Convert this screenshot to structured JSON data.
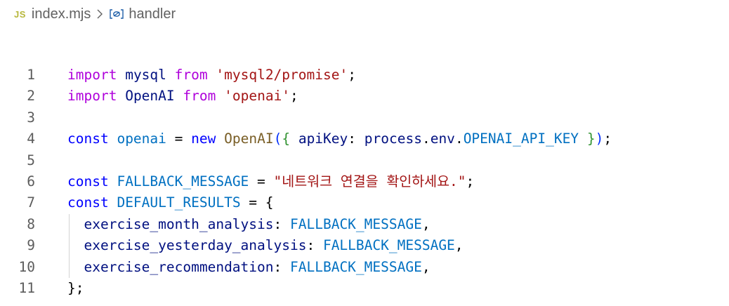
{
  "breadcrumb": {
    "file_badge": "JS",
    "file_name": "index.mjs",
    "symbol_name": "handler"
  },
  "editor": {
    "lines": [
      {
        "number": "1",
        "tokens": [
          [
            "kw-ctrl",
            "import"
          ],
          [
            "plain",
            " "
          ],
          [
            "var",
            "mysql"
          ],
          [
            "plain",
            " "
          ],
          [
            "kw-ctrl",
            "from"
          ],
          [
            "plain",
            " "
          ],
          [
            "str",
            "'mysql2/promise'"
          ],
          [
            "plain",
            ";"
          ]
        ]
      },
      {
        "number": "2",
        "tokens": [
          [
            "kw-ctrl",
            "import"
          ],
          [
            "plain",
            " "
          ],
          [
            "var",
            "OpenAI"
          ],
          [
            "plain",
            " "
          ],
          [
            "kw-ctrl",
            "from"
          ],
          [
            "plain",
            " "
          ],
          [
            "str",
            "'openai'"
          ],
          [
            "plain",
            ";"
          ]
        ]
      },
      {
        "number": "3",
        "tokens": []
      },
      {
        "number": "4",
        "tokens": [
          [
            "kw",
            "const"
          ],
          [
            "plain",
            " "
          ],
          [
            "const",
            "openai"
          ],
          [
            "plain",
            " = "
          ],
          [
            "kw",
            "new"
          ],
          [
            "plain",
            " "
          ],
          [
            "fn",
            "OpenAI"
          ],
          [
            "brace1",
            "("
          ],
          [
            "brace2",
            "{"
          ],
          [
            "plain",
            " "
          ],
          [
            "var",
            "apiKey"
          ],
          [
            "plain",
            ": "
          ],
          [
            "var",
            "process"
          ],
          [
            "plain",
            "."
          ],
          [
            "var",
            "env"
          ],
          [
            "plain",
            "."
          ],
          [
            "const",
            "OPENAI_API_KEY"
          ],
          [
            "plain",
            " "
          ],
          [
            "brace2",
            "}"
          ],
          [
            "brace1",
            ")"
          ],
          [
            "plain",
            ";"
          ]
        ]
      },
      {
        "number": "5",
        "tokens": []
      },
      {
        "number": "6",
        "tokens": [
          [
            "kw",
            "const"
          ],
          [
            "plain",
            " "
          ],
          [
            "const",
            "FALLBACK_MESSAGE"
          ],
          [
            "plain",
            " = "
          ],
          [
            "str",
            "\"네트워크 연결을 확인하세요.\""
          ],
          [
            "plain",
            ";"
          ]
        ]
      },
      {
        "number": "7",
        "tokens": [
          [
            "kw",
            "const"
          ],
          [
            "plain",
            " "
          ],
          [
            "const",
            "DEFAULT_RESULTS"
          ],
          [
            "plain",
            " = "
          ],
          [
            "plain",
            "{"
          ]
        ]
      },
      {
        "number": "8",
        "indent": true,
        "tokens": [
          [
            "plain",
            "  "
          ],
          [
            "var",
            "exercise_month_analysis"
          ],
          [
            "plain",
            ": "
          ],
          [
            "const",
            "FALLBACK_MESSAGE"
          ],
          [
            "plain",
            ","
          ]
        ]
      },
      {
        "number": "9",
        "indent": true,
        "tokens": [
          [
            "plain",
            "  "
          ],
          [
            "var",
            "exercise_yesterday_analysis"
          ],
          [
            "plain",
            ": "
          ],
          [
            "const",
            "FALLBACK_MESSAGE"
          ],
          [
            "plain",
            ","
          ]
        ]
      },
      {
        "number": "10",
        "indent": true,
        "tokens": [
          [
            "plain",
            "  "
          ],
          [
            "var",
            "exercise_recommendation"
          ],
          [
            "plain",
            ": "
          ],
          [
            "const",
            "FALLBACK_MESSAGE"
          ],
          [
            "plain",
            ","
          ]
        ]
      },
      {
        "number": "11",
        "tokens": [
          [
            "plain",
            "};"
          ]
        ]
      }
    ]
  },
  "colors": {
    "keyword_control": "#af00db",
    "keyword": "#0000ff",
    "string": "#a31515",
    "variable": "#001080",
    "constant": "#0070c1",
    "function": "#795e26",
    "line_number": "#5c5c5c",
    "js_badge": "#b7b73b"
  }
}
